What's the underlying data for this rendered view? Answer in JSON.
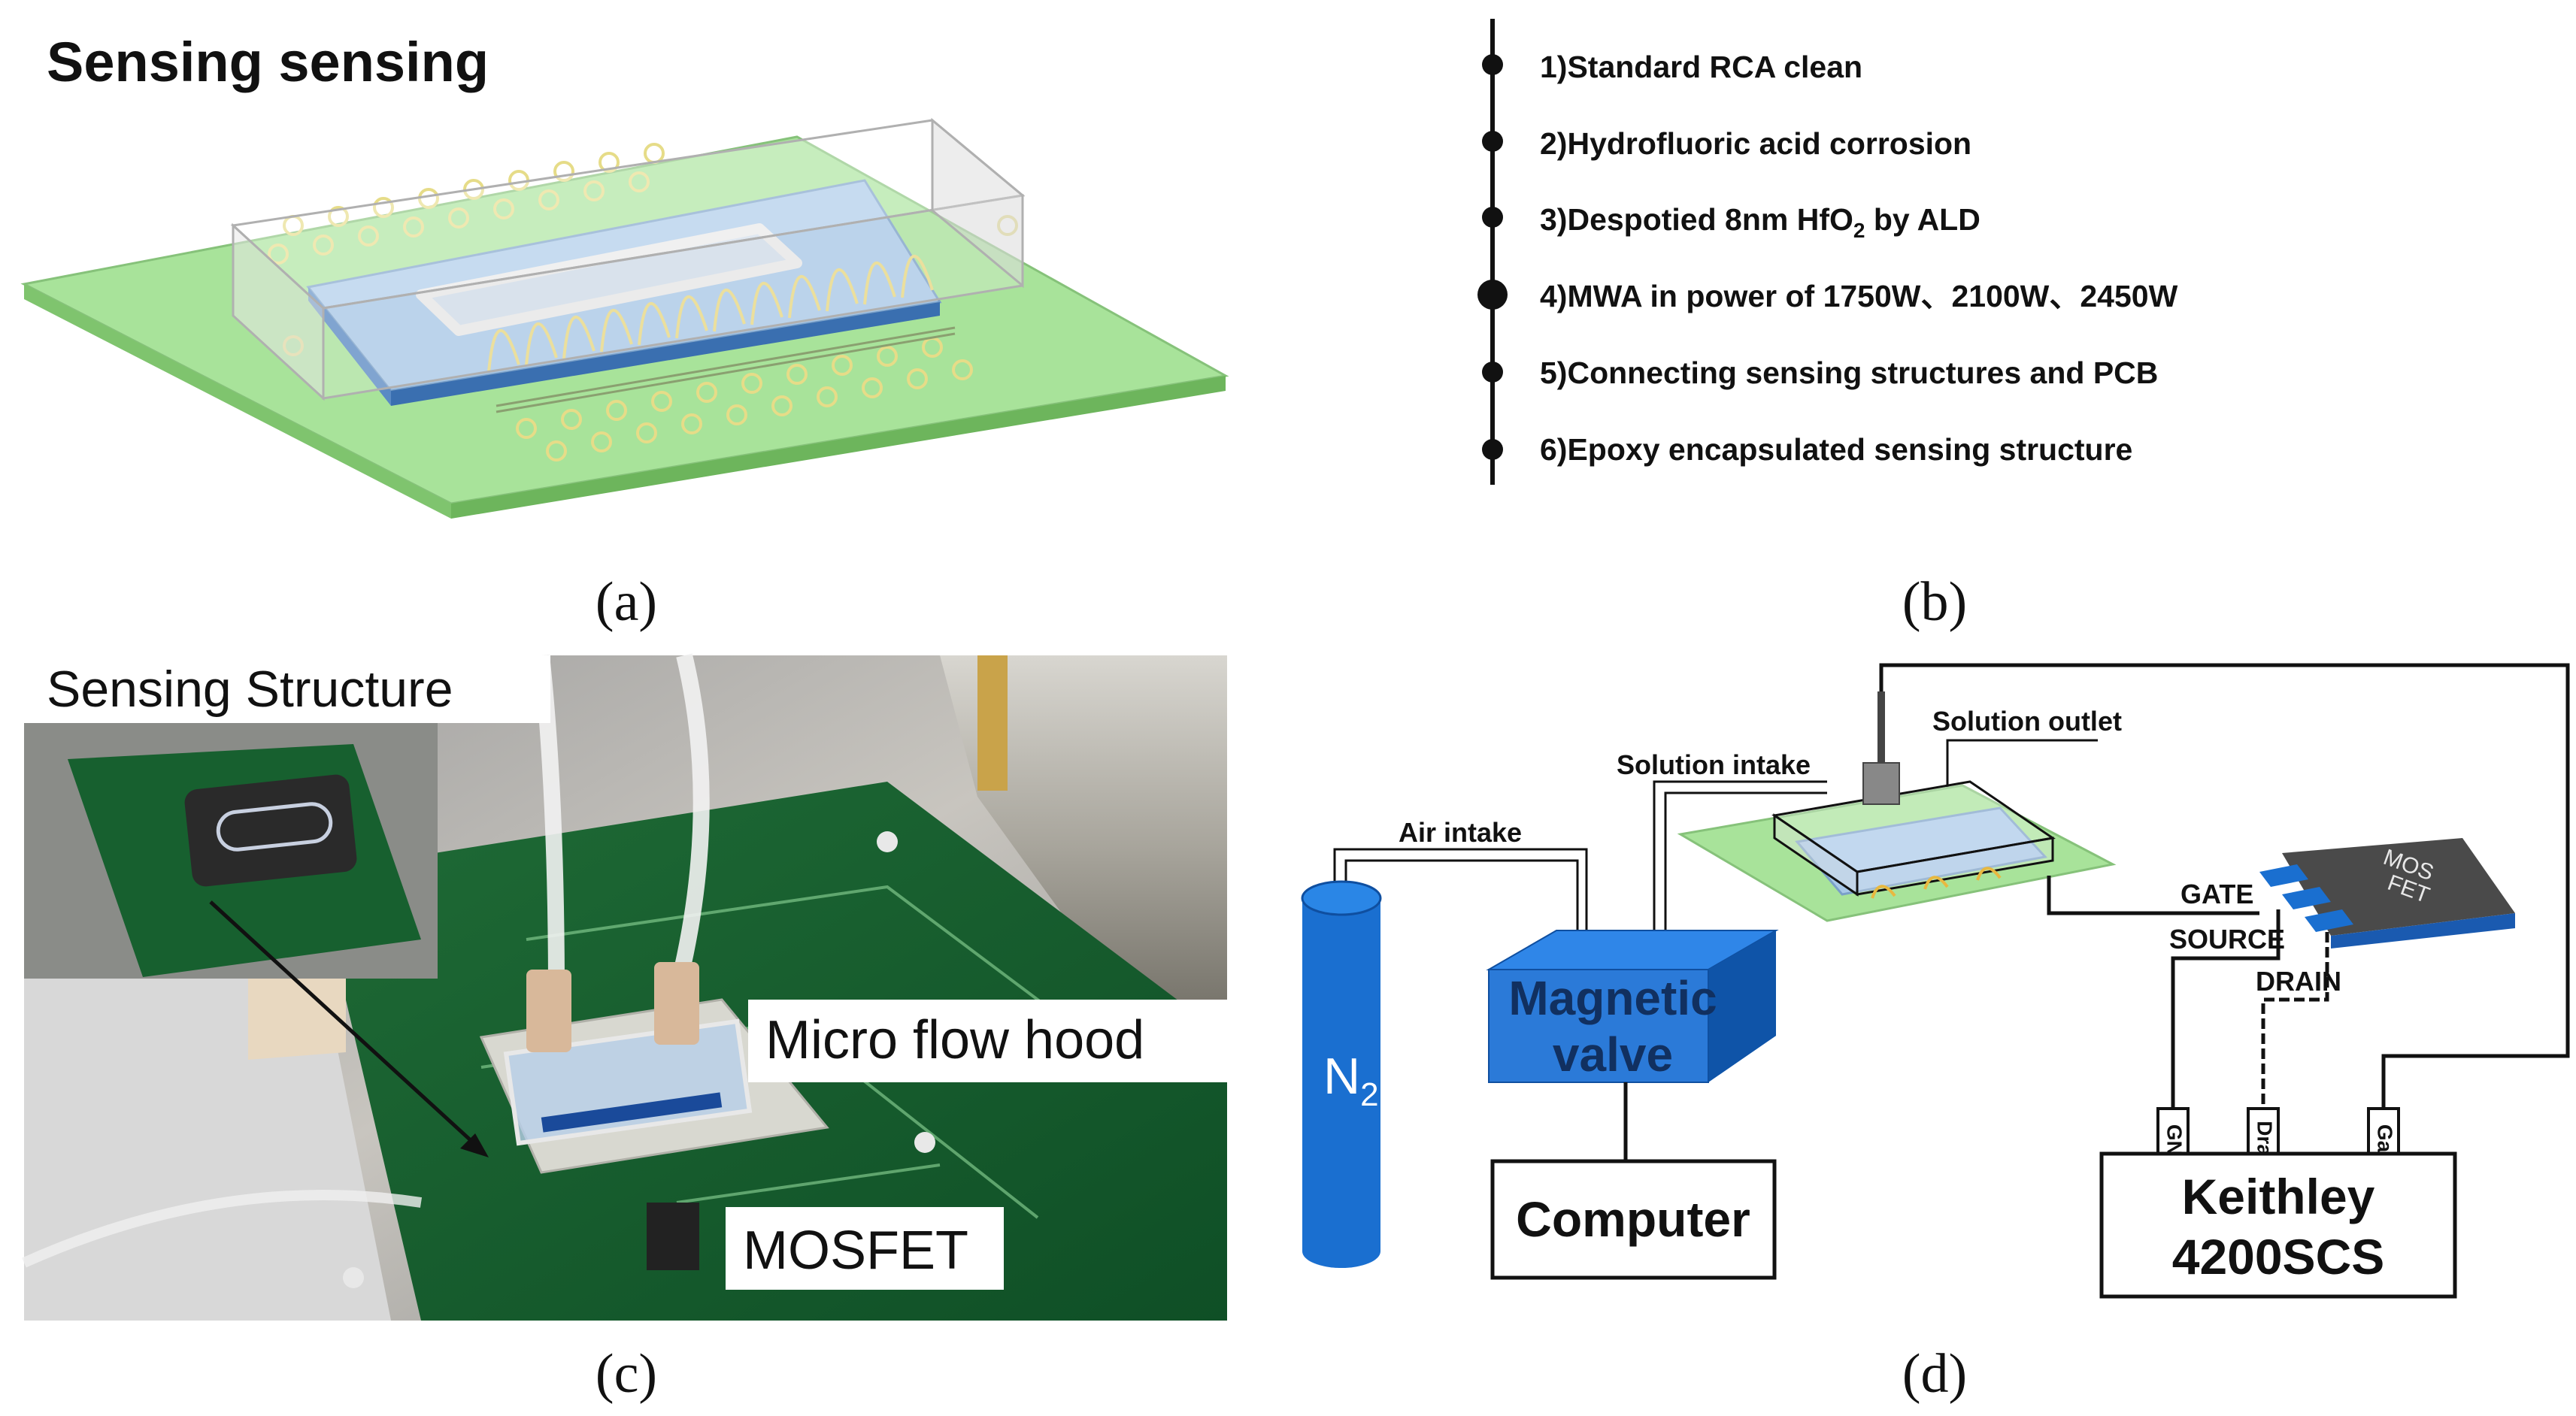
{
  "panel_a": {
    "title": "Sensing sensing",
    "caption": "(a)"
  },
  "panel_b": {
    "steps": [
      "1)Standard RCA clean",
      "2)Hydrofluoric acid corrosion",
      "3)Despotied 8nm HfO",
      "4)MWA in power of 1750W、2100W、2450W",
      "5)Connecting sensing structures and PCB",
      "6)Epoxy encapsulated sensing structure"
    ],
    "step3_subscript": "2",
    "step3_suffix": " by ALD",
    "caption": "(b)"
  },
  "panel_c": {
    "labels": {
      "sensing_structure": "Sensing Structure",
      "micro_flow_hood": "Micro flow hood",
      "mosfet": "MOSFET"
    },
    "caption": "(c)"
  },
  "panel_d": {
    "n2": "N",
    "n2_sub": "2",
    "air_intake": "Air intake",
    "solution_intake": "Solution intake",
    "solution_outlet": "Solution outlet",
    "magnetic_valve_line1": "Magnetic",
    "magnetic_valve_line2": "valve",
    "computer": "Computer",
    "mosfet_line1": "MOS",
    "mosfet_line2": "FET",
    "gate": "GATE",
    "source": "SOURCE",
    "drain": "DRAIN",
    "gnd_port": "GND",
    "drain_port": "Drain",
    "gate_port": "Gate",
    "keithley_line1": "Keithley",
    "keithley_line2": "4200SCS",
    "caption": "(d)"
  }
}
